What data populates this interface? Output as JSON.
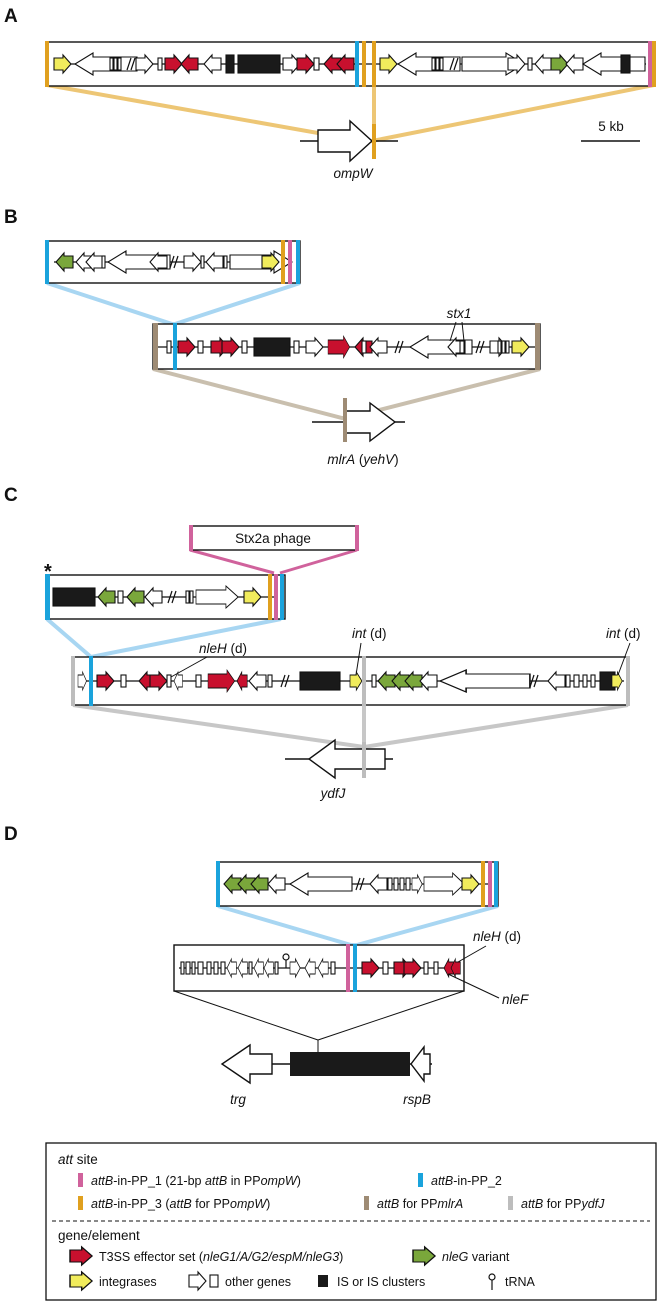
{
  "panels": [
    "A",
    "B",
    "C",
    "D"
  ],
  "colors": {
    "attB_PP1": "#d0629c",
    "attB_PP2": "#1aa3dc",
    "attB_PP3": "#e0a01f",
    "attB_mlrA": "#9e8b74",
    "attB_ydfJ": "#bdbdbd",
    "t3ss": "#c8102e",
    "nleG": "#7aa73b",
    "integrase": "#f1ec5c",
    "is_element": "#1a1a1a",
    "fan_orange": "#edc675",
    "fan_blue": "#a8d6f2",
    "fan_mlrA": "#c9bfae",
    "fan_grey": "#c7c7c7",
    "pp_pink": "#d0629c"
  },
  "panel_a": {
    "gene": "ompW",
    "scale_label": "5 kb"
  },
  "panel_b": {
    "gene": "mlrA",
    "gene_alias": " (yehV)",
    "stx_label": "stx1"
  },
  "panel_c": {
    "phage_label": "Stx2a phage",
    "asterisk": "*",
    "nleH_label": "nleH",
    "int_label_1": "int",
    "int_label_2": "int",
    "d_suffix": " (d)",
    "gene": "ydfJ"
  },
  "panel_d": {
    "nleH_label": "nleH",
    "d_suffix": " (d)",
    "nleF_label": "nleF",
    "gene_left": "trg",
    "gene_right": "rspB"
  },
  "legend": {
    "att_header_italic": "att",
    "att_header_rest": " site",
    "pp1": [
      "attB",
      "-in-PP_1 (21-bp ",
      "attB",
      " in PP",
      "ompW",
      ")"
    ],
    "pp2": [
      "attB",
      "-in-PP_2"
    ],
    "pp3": [
      "attB",
      "-in-PP_3 (",
      "attB",
      " for PP",
      "ompW",
      ")"
    ],
    "mlra": [
      "attB",
      " for PP",
      "mlrA"
    ],
    "ydfj": [
      "attB",
      " for PP",
      "ydfJ"
    ],
    "gene_header": "gene/element",
    "t3ss": [
      "T3SS effector set (",
      "nleG1/A/G2/espM/nleG3",
      ")"
    ],
    "nleg": [
      "nleG",
      " variant"
    ],
    "integrases": "integrases",
    "other_genes": "other genes",
    "is": "IS or IS clusters",
    "trna": "tRNA"
  }
}
